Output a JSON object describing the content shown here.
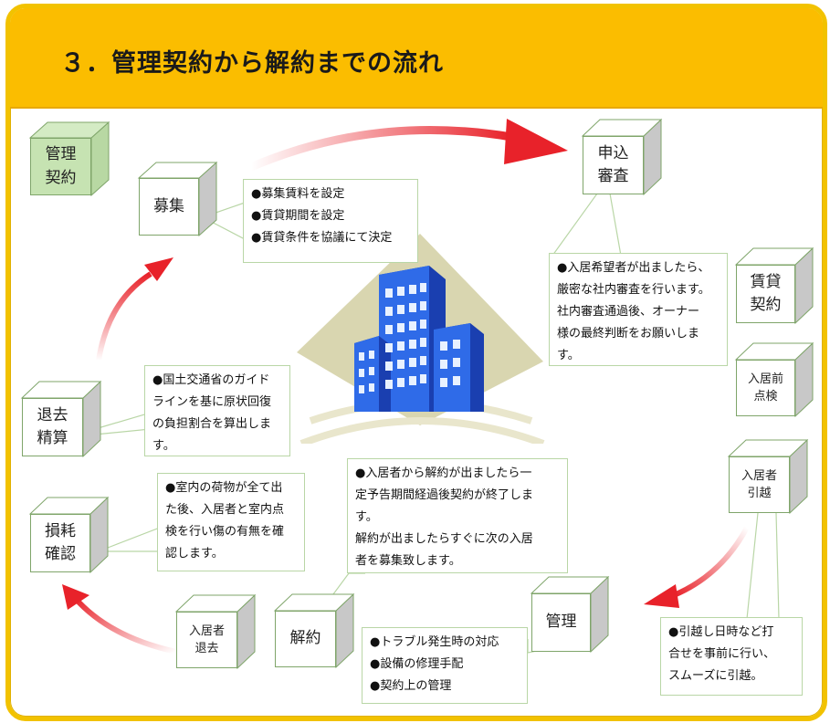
{
  "title": "３．管理契約から解約までの流れ",
  "colors": {
    "accent": "#fbbd00",
    "box_border": "#7fa56a",
    "box_side": "#c8c8c8",
    "green_fill": "#c6e3b2",
    "arrow": "#e8222a"
  },
  "boxes": {
    "kanri_keiyaku": "管理\n契約",
    "boshu": "募集",
    "moushikomi": "申込\n審査",
    "chintai_keiyaku": "賃貸\n契約",
    "nyukyo_mae": "入居前\n点検",
    "nyukyo_hikkoshi": "入居者\n引越",
    "kanri": "管理",
    "kaiyaku": "解約",
    "nyukyo_taikyo": "入居者\n退去",
    "sonmou": "損耗\n確認",
    "taikyo_seisan": "退去\n精算"
  },
  "notes": {
    "boshu": "●募集賃料を設定\n●賃貸期間を設定\n●賃貸条件を協議にて決定",
    "moushikomi": "●入居希望者が出ましたら、\n厳密な社内審査を行います。\n社内審査通過後、オーナー\n様の最終判断をお願いしま\nす。",
    "seisan": "●国土交通省のガイド\nラインを基に原状回復\nの負担割合を算出しま\nす。",
    "sonmou": "●室内の荷物が全て出\nた後、入居者と室内点\n検を行い傷の有無を確\n認します。",
    "kaiyaku": "●入居者から解約が出ましたら一\n定予告期間経過後契約が終了しま\nす。\n解約が出ましたらすぐに次の入居\n者を募集致します。",
    "kanri": "●トラブル発生時の対応\n●設備の修理手配\n●契約上の管理",
    "hikkoshi": "●引越し日時など打\n合せを事前に行い、\nスムーズに引越。"
  }
}
